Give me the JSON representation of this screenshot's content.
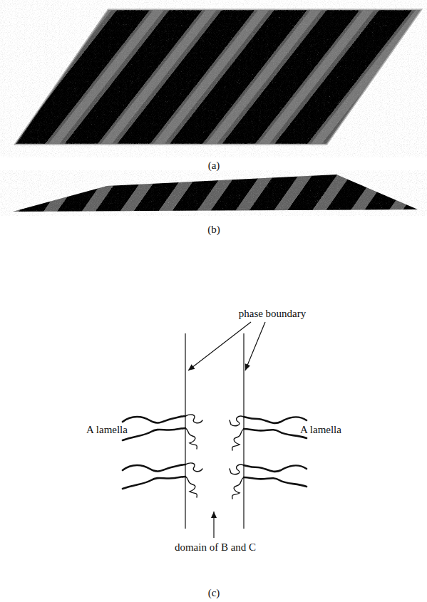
{
  "diagram": {
    "labels": [
      "(a)",
      "(b)",
      "phase boundary",
      "A lamella",
      "A lamella",
      "domain of B and C",
      "(c)"
    ]
  }
}
